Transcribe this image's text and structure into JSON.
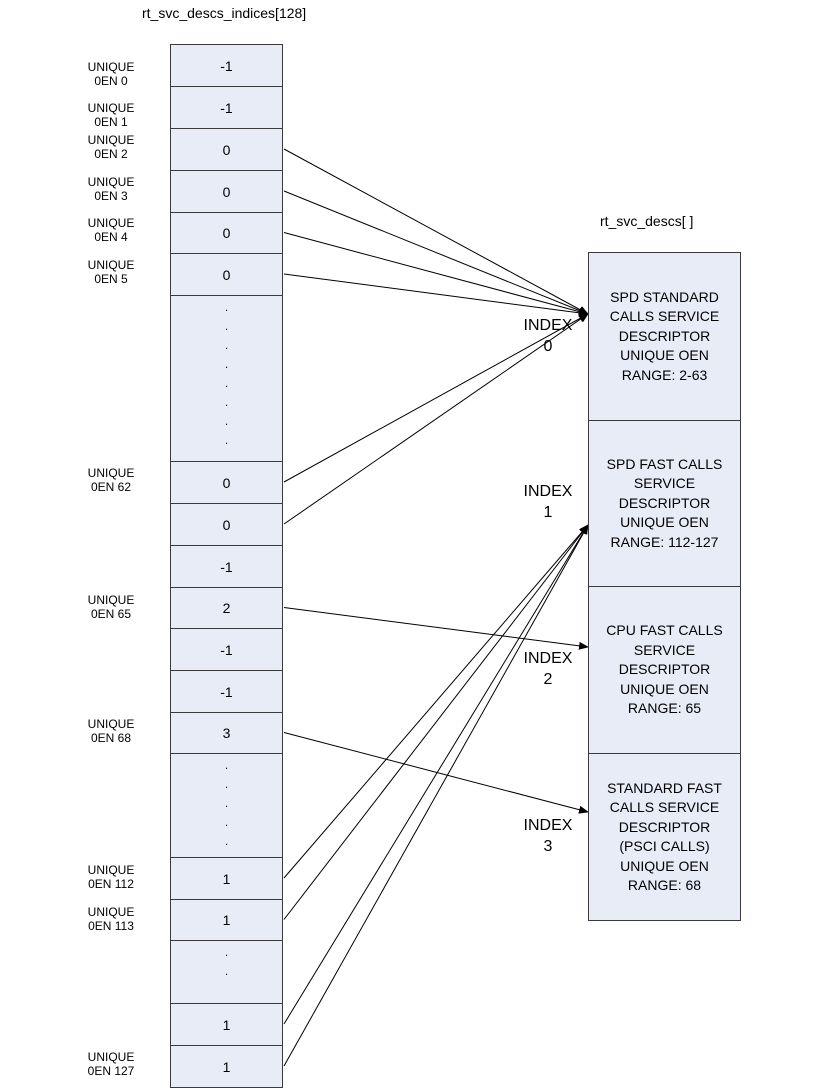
{
  "indices_title": "rt_svc_descs_indices[128]",
  "descs_title": "rt_svc_descs[ ]",
  "cells": [
    {
      "text": "-1",
      "label": "UNIQUE\n0EN 0"
    },
    {
      "text": "-1",
      "label": "UNIQUE\n0EN 1"
    },
    {
      "text": "0",
      "label": "UNIQUE\n0EN 2"
    },
    {
      "text": "0",
      "label": "UNIQUE\n0EN 3"
    },
    {
      "text": "0",
      "label": "UNIQUE\n0EN 4"
    },
    {
      "text": "0",
      "label": "UNIQUE\n0EN 5"
    },
    {
      "dots": 9
    },
    {
      "text": "0",
      "label": "UNIQUE\n0EN 62"
    },
    {
      "text": "0"
    },
    {
      "text": "-1"
    },
    {
      "text": "2",
      "label": "UNIQUE\n0EN 65"
    },
    {
      "text": "-1"
    },
    {
      "text": "-1"
    },
    {
      "text": "3",
      "label": "UNIQUE\n0EN 68"
    },
    {
      "dots": 5
    },
    {
      "text": "1",
      "label": "UNIQUE\n0EN 112"
    },
    {
      "text": "1",
      "label": "UNIQUE\n0EN 113"
    },
    {
      "dots": 2
    },
    {
      "text": "1"
    },
    {
      "text": "1",
      "label": "UNIQUE\n0EN 127"
    }
  ],
  "descriptors": [
    {
      "text": "SPD STANDARD\nCALLS SERVICE\nDESCRIPTOR\nUNIQUE OEN\nRANGE: 2-63",
      "index_label": "INDEX\n0"
    },
    {
      "text": "SPD FAST CALLS\nSERVICE\nDESCRIPTOR\nUNIQUE OEN\nRANGE: 112-127",
      "index_label": "INDEX\n1"
    },
    {
      "text": "CPU FAST CALLS\nSERVICE\nDESCRIPTOR\nUNIQUE OEN\nRANGE: 65",
      "index_label": "INDEX\n2"
    },
    {
      "text": "STANDARD FAST\nCALLS SERVICE\nDESCRIPTOR\n(PSCI CALLS)\nUNIQUE OEN\nRANGE: 68",
      "index_label": "INDEX\n3"
    }
  ],
  "links": [
    {
      "from": 2,
      "to": 0
    },
    {
      "from": 3,
      "to": 0
    },
    {
      "from": 4,
      "to": 0
    },
    {
      "from": 5,
      "to": 0
    },
    {
      "from": 7,
      "to": 0
    },
    {
      "from": 8,
      "to": 0
    },
    {
      "from": 10,
      "to": 2
    },
    {
      "from": 13,
      "to": 3
    },
    {
      "from": 15,
      "to": 1
    },
    {
      "from": 16,
      "to": 1
    },
    {
      "from": 18,
      "to": 1
    },
    {
      "from": 19,
      "to": 1
    }
  ]
}
